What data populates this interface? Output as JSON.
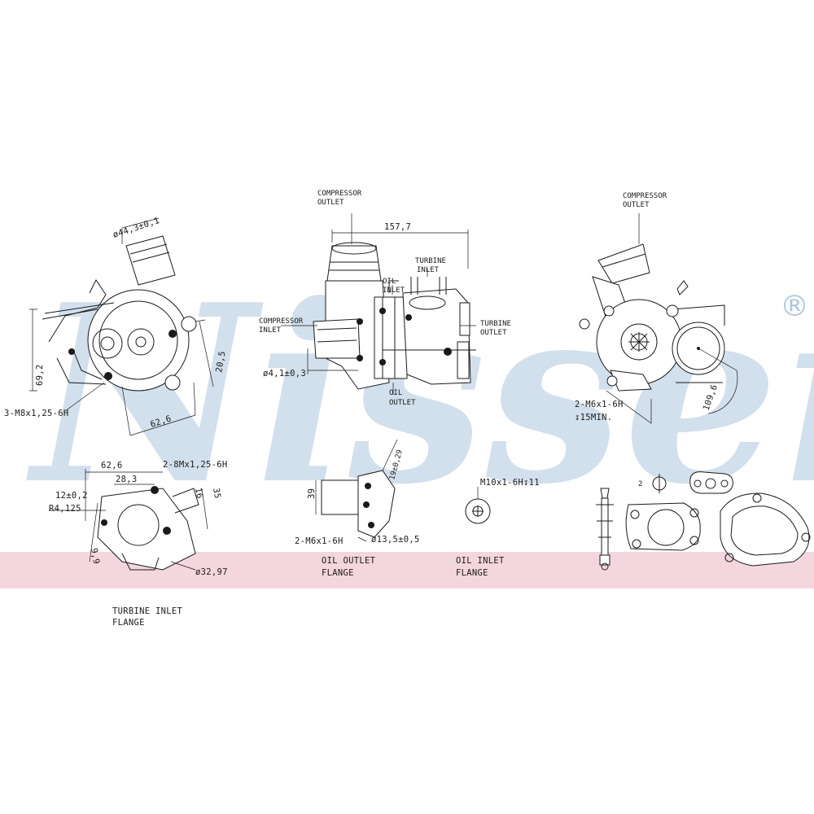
{
  "brand": {
    "watermark": "Nissens",
    "registered": "®",
    "watermark_color": "#aec6de",
    "band_color": "#f4d6de"
  },
  "callouts": {
    "compressor_outlet_1": "COMPRESSOR",
    "compressor_outlet_2": "OUTLET",
    "compressor_outlet_r1": "COMPRESSOR",
    "compressor_outlet_r2": "OUTLET",
    "compressor_inlet_1": "COMPRESSOR",
    "compressor_inlet_2": "INLET",
    "turbine_inlet_1": "TURBINE",
    "turbine_inlet_2": "INLET",
    "oil_inlet_1": "OIL",
    "oil_inlet_2": "INLET",
    "turbine_outlet_1": "TURBINE",
    "turbine_outlet_2": "OUTLET",
    "oil_outlet_1": "OIL",
    "oil_outlet_2": "OUTLET"
  },
  "dimensions": {
    "d157": "157,7",
    "d44": "ø44,3±0,1",
    "d69": "69,2",
    "d205": "20,5",
    "d626a": "62,6",
    "thread_3m8": "3-M8x1,25-6H",
    "d41": "ø4,1±0,3",
    "thread_2m6_r": "2-M6x1-6H",
    "depth_15": "↧15MIN.",
    "d1096": "109,6",
    "d626b": "62,6",
    "d283": "28,3",
    "thread_2m8": "2-8Mx1,25-6H",
    "d12": "12±0,2",
    "r4125": "R4,125",
    "d16": "16",
    "d35": "35",
    "d99": "9,9",
    "d3297": "ø32,97",
    "d39": "39",
    "d1929": "19±0,29",
    "thread_2m6_c": "2-M6x1-6H",
    "d135": "ø13,5±0,5",
    "thread_m10": "M10x1-6H↧11",
    "d2": "2"
  },
  "flanges": {
    "oil_outlet_1": "OIL OUTLET",
    "oil_outlet_2": "FLANGE",
    "oil_inlet_1": "OIL INLET",
    "oil_inlet_2": "FLANGE",
    "turbine_inlet_1": "TURBINE INLET",
    "turbine_inlet_2": "FLANGE"
  }
}
